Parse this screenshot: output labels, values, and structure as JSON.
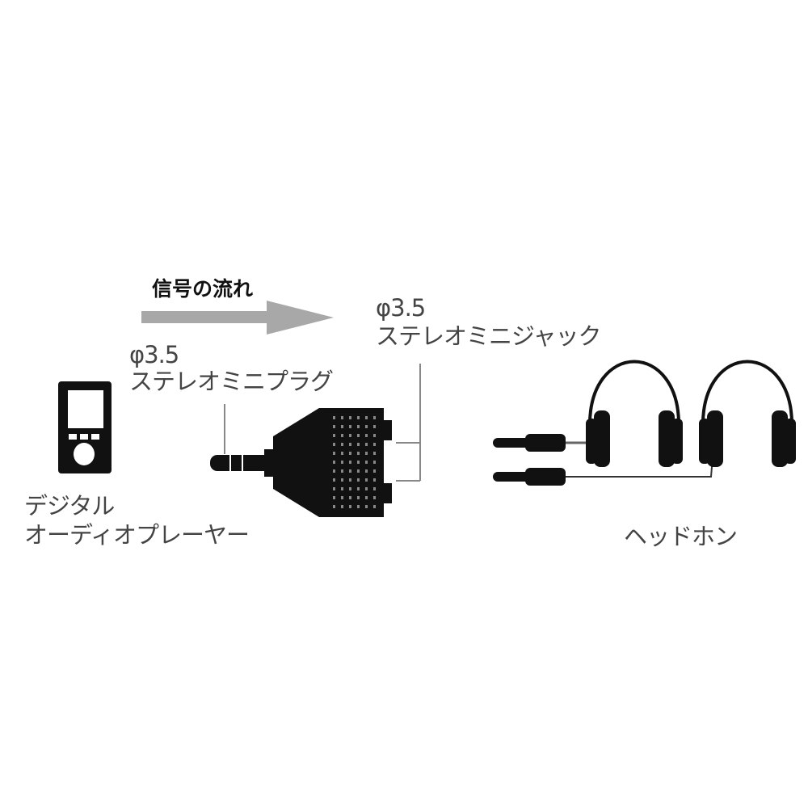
{
  "flow": {
    "label": "信号の流れ"
  },
  "plug": {
    "size": "φ3.5",
    "name": "ステレオミニプラグ"
  },
  "jack": {
    "size": "φ3.5",
    "name": "ステレオミニジャック"
  },
  "player": {
    "line1": "デジタル",
    "line2": "オーディオプレーヤー"
  },
  "headphones": {
    "label": "ヘッドホン"
  },
  "colors": {
    "ink": "#111111",
    "arrow": "#a8a8a8",
    "leader": "#888888",
    "text": "#444444"
  }
}
